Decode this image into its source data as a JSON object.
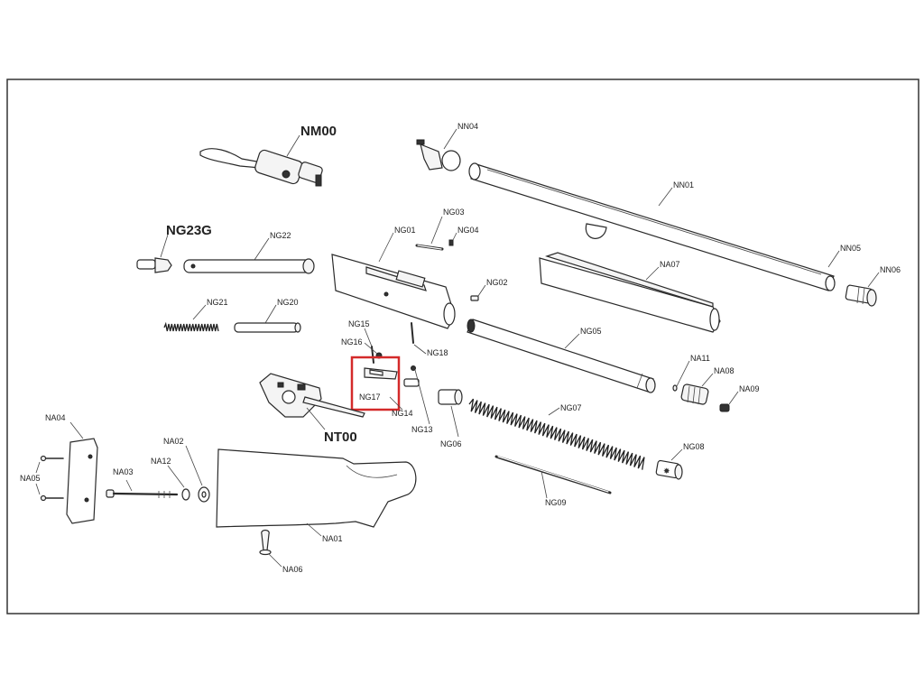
{
  "highlight_color": "#d42a2a",
  "labels": {
    "NM00": "NM00",
    "NN04": "NN04",
    "NN01": "NN01",
    "NN05": "NN05",
    "NN06": "NN06",
    "NG23G": "NG23G",
    "NG22": "NG22",
    "NG01": "NG01",
    "NG03": "NG03",
    "NG04": "NG04",
    "NG02": "NG02",
    "NA07": "NA07",
    "NG21": "NG21",
    "NG20": "NG20",
    "NG15": "NG15",
    "NG16": "NG16",
    "NG18": "NG18",
    "NG05": "NG05",
    "NA11": "NA11",
    "NA08": "NA08",
    "NA09": "NA09",
    "NG17": "NG17",
    "NG14": "NG14",
    "NG13": "NG13",
    "NG06": "NG06",
    "NG07": "NG07",
    "NT00": "NT00",
    "NA04": "NA04",
    "NA02": "NA02",
    "NA12": "NA12",
    "NA03": "NA03",
    "NA05": "NA05",
    "NA01": "NA01",
    "NA06": "NA06",
    "NG08": "NG08",
    "NG09": "NG09"
  }
}
